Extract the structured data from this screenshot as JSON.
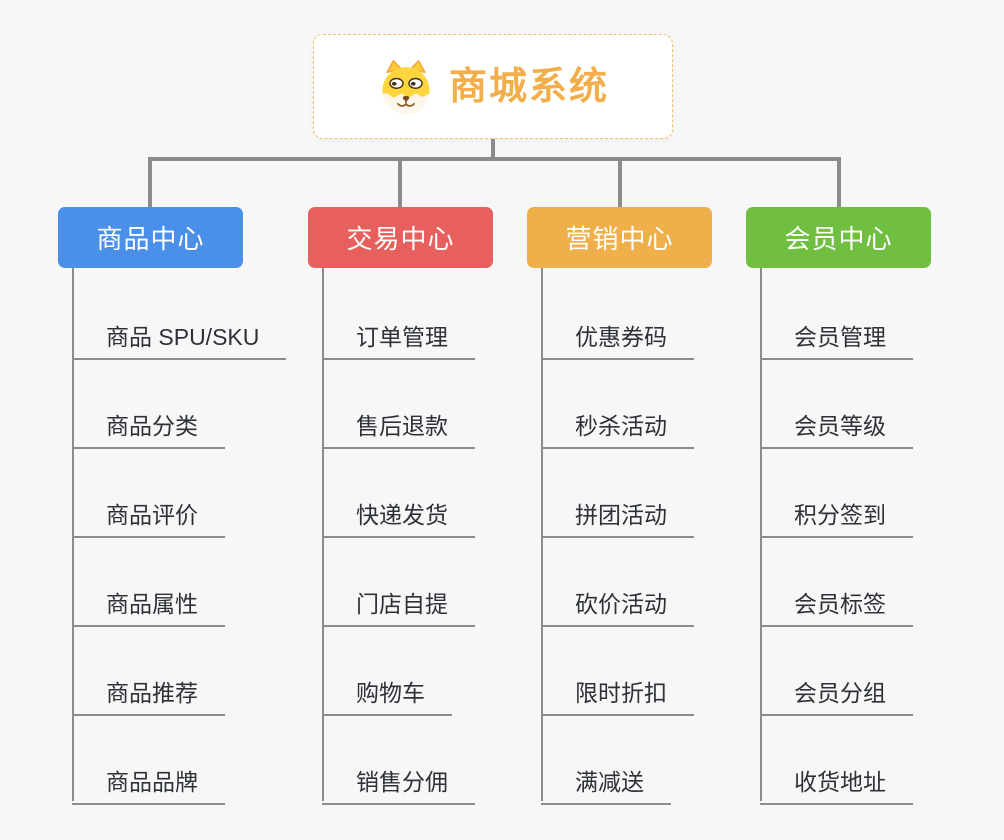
{
  "root": {
    "title": "商城系统",
    "icon": "dog-face-icon"
  },
  "branches": [
    {
      "label": "商品中心",
      "color": "#4a90e8",
      "children": [
        "商品 SPU/SKU",
        "商品分类",
        "商品评价",
        "商品属性",
        "商品推荐",
        "商品品牌"
      ]
    },
    {
      "label": "交易中心",
      "color": "#e8605d",
      "children": [
        "订单管理",
        "售后退款",
        "快递发货",
        "门店自提",
        "购物车",
        "销售分佣"
      ]
    },
    {
      "label": "营销中心",
      "color": "#efaf4a",
      "children": [
        "优惠券码",
        "秒杀活动",
        "拼团活动",
        "砍价活动",
        "限时折扣",
        "满减送"
      ]
    },
    {
      "label": "会员中心",
      "color": "#70bf40",
      "children": [
        "会员管理",
        "会员等级",
        "积分签到",
        "会员标签",
        "会员分组",
        "收货地址"
      ]
    }
  ],
  "colors": {
    "background": "#f7f7f7",
    "connector": "#8c8c8c",
    "underline": "#8c8c8c",
    "root_border": "#f0be6e",
    "root_title": "#f2ae4b",
    "subtopic_text": "#2e3238"
  }
}
